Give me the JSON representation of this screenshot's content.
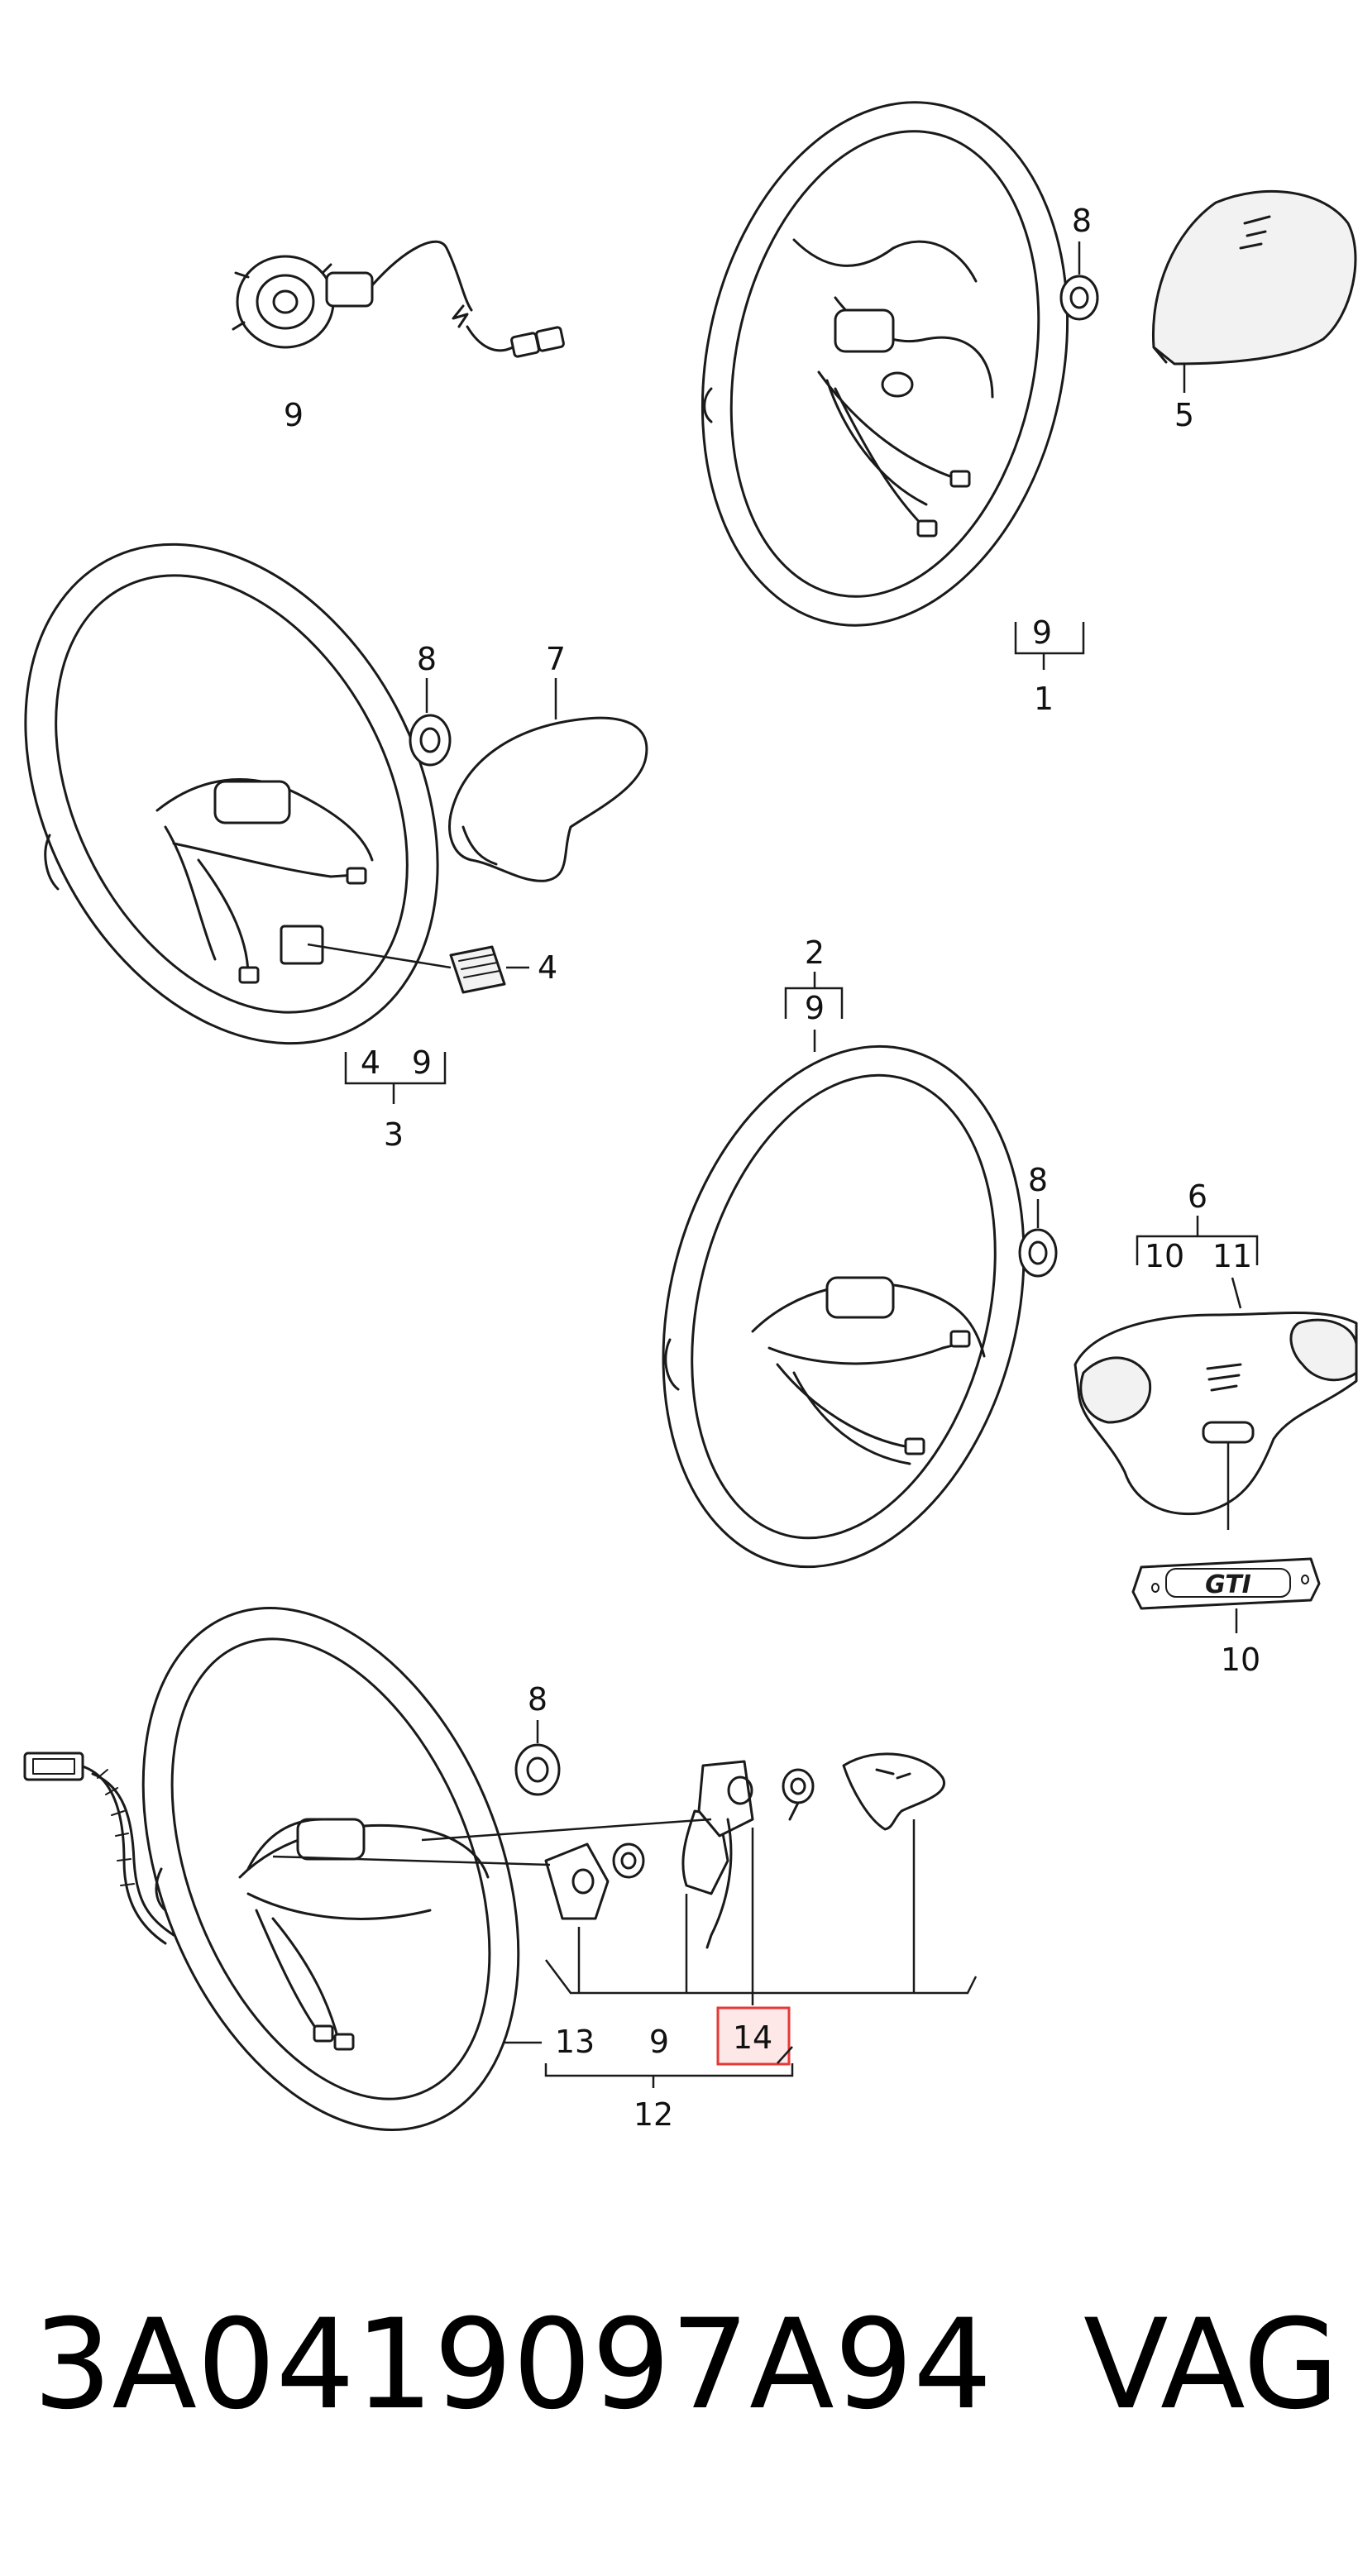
{
  "labels": {
    "clock_spring_9": "9",
    "nut_top": "8",
    "cover_5": "5",
    "bracket_top_9": "9",
    "assembly_1": "1",
    "nut_mid_left": "8",
    "cover_7": "7",
    "part_4": "4",
    "bracket_left_4": "4",
    "bracket_left_9": "9",
    "assembly_3": "3",
    "assembly_2": "2",
    "bracket_mid_9": "9",
    "nut_mid_right": "8",
    "assembly_6": "6",
    "bracket_right_10": "10",
    "bracket_right_11": "11",
    "badge_10": "10",
    "nut_bottom": "8",
    "part_13": "13",
    "bracket_bottom_9": "9",
    "part_14": "14",
    "assembly_12": "12"
  },
  "badge_text": "GTI",
  "part_number": "3A0419097A94",
  "brand": "VAG",
  "colors": {
    "highlight": "#e53935",
    "highlight_fill": "#fde7e7",
    "ink": "#1a1a1a"
  }
}
